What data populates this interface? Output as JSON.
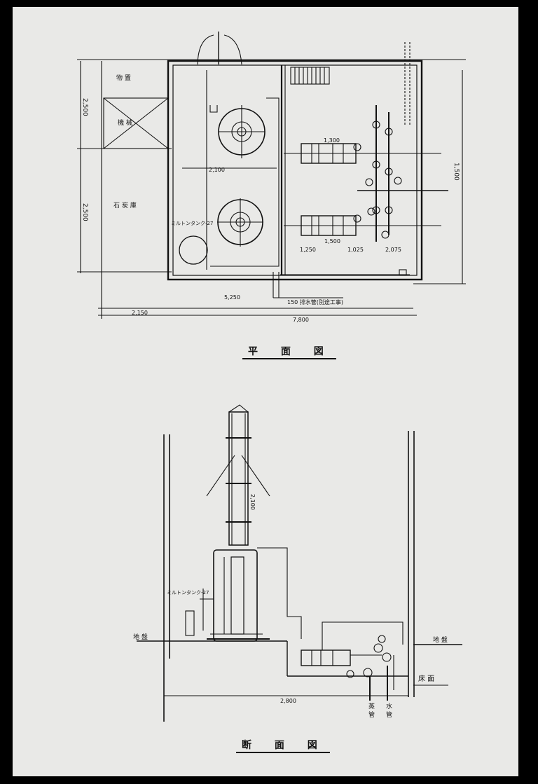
{
  "views": {
    "plan": {
      "title": "平 面 図",
      "dims": {
        "total_width": "7,800",
        "left_width": "2,150",
        "right_width": "5,250",
        "h1": "2,500",
        "h2": "2,500",
        "h3": "1,500",
        "d_a": "2,100",
        "d_b": "1,300",
        "d_c": "1,250",
        "d_d": "1,025",
        "d_e": "2,075",
        "d_f": "1,500"
      },
      "labels": {
        "room_top": "物 置",
        "room_mid": "機 械",
        "room_low": "石 炭 庫",
        "pipe_note": "150 排水管(別途工事)",
        "tank_label": "ミルトンタンク-27"
      }
    },
    "section": {
      "title": "断 面 図",
      "dims": {
        "bottom_width": "2,800",
        "stack_height": "2,100"
      },
      "labels": {
        "ground_left": "地 盤",
        "ground_right": "地 盤",
        "floor": "床 面",
        "pipe_a": "蒸 管",
        "pipe_b": "水 管",
        "tank_label": "ミルトンタンク-27"
      }
    }
  }
}
